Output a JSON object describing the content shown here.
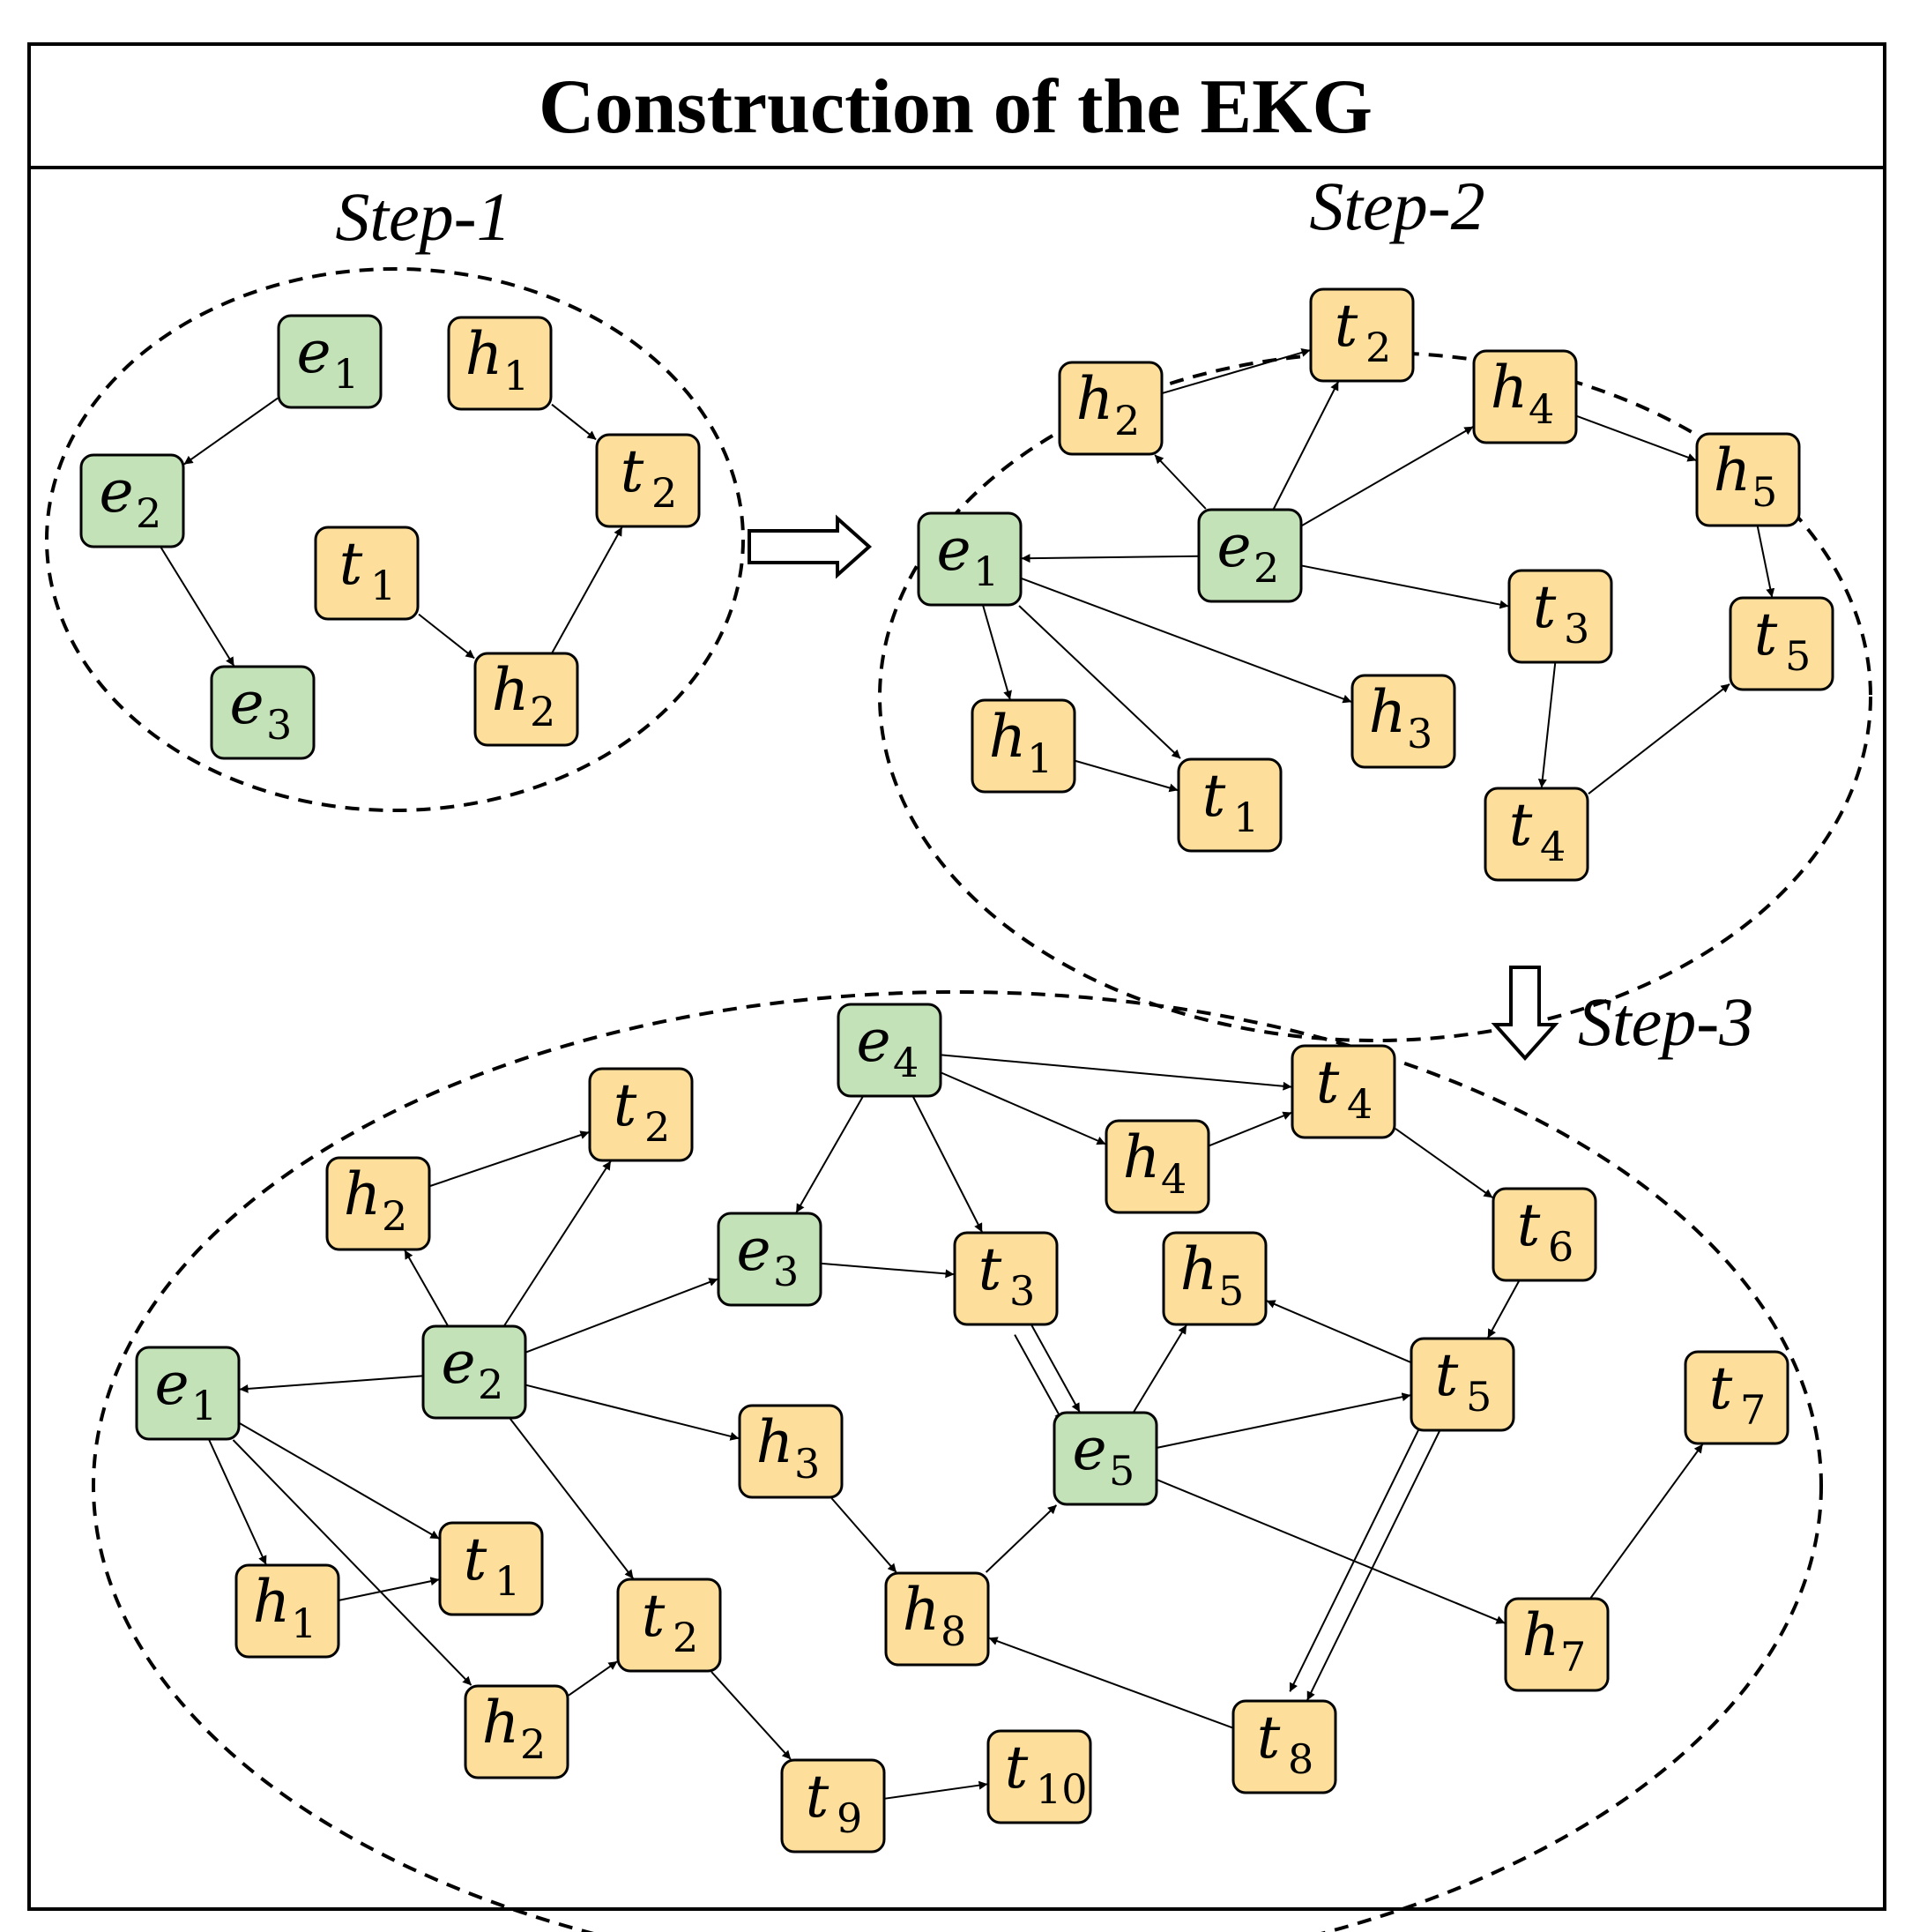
{
  "title": "Construction of the EKG",
  "colors": {
    "event_node": "#c4e2b8",
    "time_node": "#fddf9b",
    "stroke": "#000000",
    "background": "#ffffff"
  },
  "steps": [
    {
      "label": "Step-1",
      "nodes": [
        {
          "id": "e1",
          "letter": "e",
          "sub": "1",
          "kind": "event"
        },
        {
          "id": "e2",
          "letter": "e",
          "sub": "2",
          "kind": "event"
        },
        {
          "id": "e3",
          "letter": "e",
          "sub": "3",
          "kind": "event"
        },
        {
          "id": "h1",
          "letter": "h",
          "sub": "1",
          "kind": "time"
        },
        {
          "id": "t2",
          "letter": "t",
          "sub": "2",
          "kind": "time"
        },
        {
          "id": "t1",
          "letter": "t",
          "sub": "1",
          "kind": "time"
        },
        {
          "id": "h2",
          "letter": "h",
          "sub": "2",
          "kind": "time"
        }
      ],
      "edges": [
        [
          "e1",
          "e2"
        ],
        [
          "e2",
          "e3"
        ],
        [
          "h1",
          "t2"
        ],
        [
          "t1",
          "h2"
        ],
        [
          "h2",
          "t2"
        ]
      ]
    },
    {
      "label": "Step-2",
      "nodes": [
        {
          "id": "h2",
          "letter": "h",
          "sub": "2",
          "kind": "time"
        },
        {
          "id": "t2",
          "letter": "t",
          "sub": "2",
          "kind": "time"
        },
        {
          "id": "h4",
          "letter": "h",
          "sub": "4",
          "kind": "time"
        },
        {
          "id": "h5",
          "letter": "h",
          "sub": "5",
          "kind": "time"
        },
        {
          "id": "e1",
          "letter": "e",
          "sub": "1",
          "kind": "event"
        },
        {
          "id": "e2",
          "letter": "e",
          "sub": "2",
          "kind": "event"
        },
        {
          "id": "t3",
          "letter": "t",
          "sub": "3",
          "kind": "time"
        },
        {
          "id": "t5",
          "letter": "t",
          "sub": "5",
          "kind": "time"
        },
        {
          "id": "h1",
          "letter": "h",
          "sub": "1",
          "kind": "time"
        },
        {
          "id": "h3",
          "letter": "h",
          "sub": "3",
          "kind": "time"
        },
        {
          "id": "t1",
          "letter": "t",
          "sub": "1",
          "kind": "time"
        },
        {
          "id": "t4",
          "letter": "t",
          "sub": "4",
          "kind": "time"
        }
      ],
      "edges": [
        [
          "h2",
          "t2"
        ],
        [
          "e2",
          "t2"
        ],
        [
          "e2",
          "h2"
        ],
        [
          "e2",
          "h4"
        ],
        [
          "h4",
          "h5"
        ],
        [
          "h5",
          "t5"
        ],
        [
          "e2",
          "e1"
        ],
        [
          "e2",
          "t3"
        ],
        [
          "t3",
          "t4"
        ],
        [
          "t4",
          "t5"
        ],
        [
          "e1",
          "h1"
        ],
        [
          "h1",
          "t1"
        ],
        [
          "e1",
          "t1"
        ],
        [
          "e1",
          "h3"
        ]
      ]
    },
    {
      "label": "Step-3",
      "nodes": [
        {
          "id": "e4",
          "letter": "e",
          "sub": "4",
          "kind": "event"
        },
        {
          "id": "t4",
          "letter": "t",
          "sub": "4",
          "kind": "time"
        },
        {
          "id": "t2a",
          "letter": "t",
          "sub": "2",
          "kind": "time"
        },
        {
          "id": "h2a",
          "letter": "h",
          "sub": "2",
          "kind": "time"
        },
        {
          "id": "h4",
          "letter": "h",
          "sub": "4",
          "kind": "time"
        },
        {
          "id": "t6",
          "letter": "t",
          "sub": "6",
          "kind": "time"
        },
        {
          "id": "e3",
          "letter": "e",
          "sub": "3",
          "kind": "event"
        },
        {
          "id": "t3",
          "letter": "t",
          "sub": "3",
          "kind": "time"
        },
        {
          "id": "h5",
          "letter": "h",
          "sub": "5",
          "kind": "time"
        },
        {
          "id": "e1",
          "letter": "e",
          "sub": "1",
          "kind": "event"
        },
        {
          "id": "e2",
          "letter": "e",
          "sub": "2",
          "kind": "event"
        },
        {
          "id": "t5",
          "letter": "t",
          "sub": "5",
          "kind": "time"
        },
        {
          "id": "t7",
          "letter": "t",
          "sub": "7",
          "kind": "time"
        },
        {
          "id": "h3",
          "letter": "h",
          "sub": "3",
          "kind": "time"
        },
        {
          "id": "e5",
          "letter": "e",
          "sub": "5",
          "kind": "event"
        },
        {
          "id": "t1",
          "letter": "t",
          "sub": "1",
          "kind": "time"
        },
        {
          "id": "h1",
          "letter": "h",
          "sub": "1",
          "kind": "time"
        },
        {
          "id": "t2b",
          "letter": "t",
          "sub": "2",
          "kind": "time"
        },
        {
          "id": "h8",
          "letter": "h",
          "sub": "8",
          "kind": "time"
        },
        {
          "id": "h7",
          "letter": "h",
          "sub": "7",
          "kind": "time"
        },
        {
          "id": "h2b",
          "letter": "h",
          "sub": "2",
          "kind": "time"
        },
        {
          "id": "t8",
          "letter": "t",
          "sub": "8",
          "kind": "time"
        },
        {
          "id": "t9",
          "letter": "t",
          "sub": "9",
          "kind": "time"
        },
        {
          "id": "t10",
          "letter": "t",
          "sub": "10",
          "kind": "time"
        }
      ],
      "edges": [
        [
          "e4",
          "t4"
        ],
        [
          "e4",
          "h4"
        ],
        [
          "h4",
          "t4"
        ],
        [
          "t4",
          "t6"
        ],
        [
          "e4",
          "e3"
        ],
        [
          "e4",
          "t3"
        ],
        [
          "h2a",
          "t2a"
        ],
        [
          "e2",
          "t2a"
        ],
        [
          "e2",
          "h2a"
        ],
        [
          "e2",
          "e3"
        ],
        [
          "e3",
          "t3"
        ],
        [
          "t3",
          "e5"
        ],
        [
          "t3",
          "e5"
        ],
        [
          "e5",
          "h5"
        ],
        [
          "t5",
          "h5"
        ],
        [
          "t6",
          "t5"
        ],
        [
          "e2",
          "e1"
        ],
        [
          "e2",
          "h3"
        ],
        [
          "e5",
          "t5"
        ],
        [
          "e5",
          "h7"
        ],
        [
          "h7",
          "t7"
        ],
        [
          "h3",
          "h8"
        ],
        [
          "h8",
          "e5"
        ],
        [
          "t8",
          "h8"
        ],
        [
          "t5",
          "t8"
        ],
        [
          "t5",
          "t8"
        ],
        [
          "e1",
          "t1"
        ],
        [
          "e1",
          "h1"
        ],
        [
          "h1",
          "t1"
        ],
        [
          "e1",
          "h2b"
        ],
        [
          "h2b",
          "t2b"
        ],
        [
          "e2",
          "t2b"
        ],
        [
          "t2b",
          "t9"
        ],
        [
          "t9",
          "t10"
        ]
      ]
    }
  ]
}
